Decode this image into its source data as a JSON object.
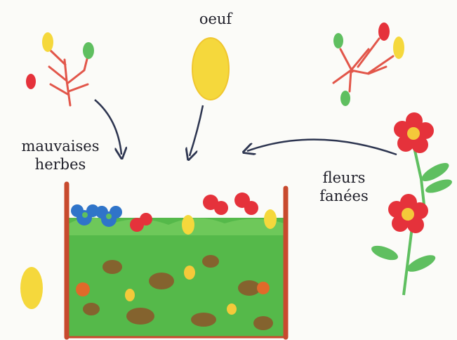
{
  "labels": {
    "egg": "oeuf",
    "weeds_line1": "mauvaises",
    "weeds_line2": "herbes",
    "flowers_line1": "fleurs",
    "flowers_line2": "fanées"
  },
  "colors": {
    "egg_yellow": "#f5d83c",
    "leaf_green": "#5fbf60",
    "stem_red": "#e2564a",
    "flower_red": "#e5323b",
    "flower_center": "#f4c93a",
    "blue_flower": "#2f74c9",
    "bin_frame": "#c84a2e",
    "soil_green": "#55b94a",
    "soil_brown": "#8a5a2b",
    "arrow": "#2d3550"
  }
}
